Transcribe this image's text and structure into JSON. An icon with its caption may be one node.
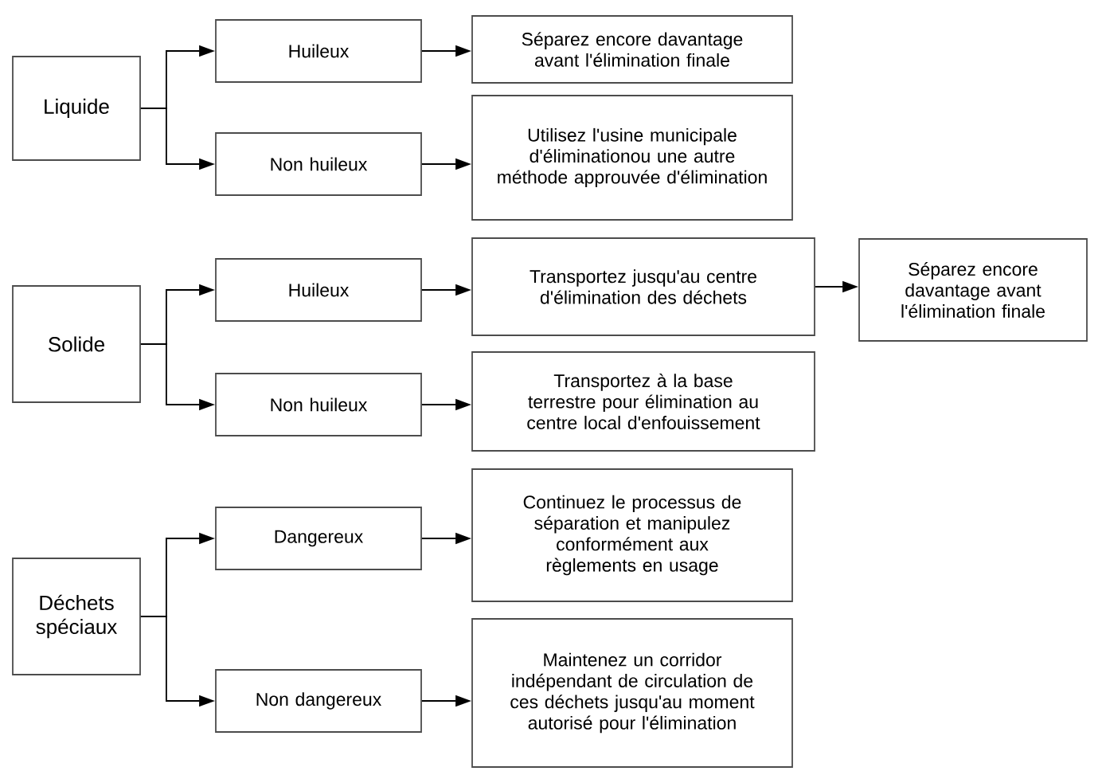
{
  "diagram": {
    "nodes": [
      {
        "text": [
          "Liquide"
        ]
      },
      {
        "text": [
          "Huileux"
        ]
      },
      {
        "text": [
          "Non huileux"
        ]
      },
      {
        "text": [
          "Séparez encore davantage avant l'élimination finale"
        ]
      },
      {
        "text": [
          "Utilisez l'usine municipale d'éliminationou une autre méthode approuvée d'élimination"
        ]
      },
      {
        "text": [
          "Solide"
        ]
      },
      {
        "text": [
          "Huileux"
        ]
      },
      {
        "text": [
          "Non huileux"
        ]
      },
      {
        "text": [
          "Transportez jusqu'au centre d'élimination des déchets"
        ]
      },
      {
        "text": [
          "Séparez encore davantage avant l'élimination finale"
        ]
      },
      {
        "text": [
          "Transportez à la base terrestre pour élimination au centre local d'enfouissement"
        ]
      },
      {
        "text": [
          "Déchets spéciaux"
        ]
      },
      {
        "text": [
          "Dangereux"
        ]
      },
      {
        "text": [
          "Non dangereux"
        ]
      },
      {
        "text": [
          "Continuez le processus de séparation et manipulez conformément aux règlements en usage"
        ]
      },
      {
        "text": [
          "Maintenez un corridor indépendant de circulation de ces déchets jusqu'au moment autorisé pour l'élimination"
        ]
      }
    ],
    "edges": [
      {
        "from": 0,
        "to": 1,
        "arrow": "to"
      },
      {
        "from": 0,
        "to": 2,
        "arrow": "to"
      },
      {
        "from": 1,
        "to": 3,
        "arrow": "to"
      },
      {
        "from": 2,
        "to": 4,
        "arrow": "to"
      },
      {
        "from": 5,
        "to": 6,
        "arrow": "to"
      },
      {
        "from": 5,
        "to": 7,
        "arrow": "to"
      },
      {
        "from": 6,
        "to": 8,
        "arrow": "to"
      },
      {
        "from": 8,
        "to": 9,
        "arrow": "to"
      },
      {
        "from": 7,
        "to": 10,
        "arrow": "to"
      },
      {
        "from": 11,
        "to": 12,
        "arrow": "to"
      },
      {
        "from": 11,
        "to": 13,
        "arrow": "to"
      },
      {
        "from": 12,
        "to": 14,
        "arrow": "to"
      },
      {
        "from": 13,
        "to": 15,
        "arrow": "to"
      }
    ]
  }
}
